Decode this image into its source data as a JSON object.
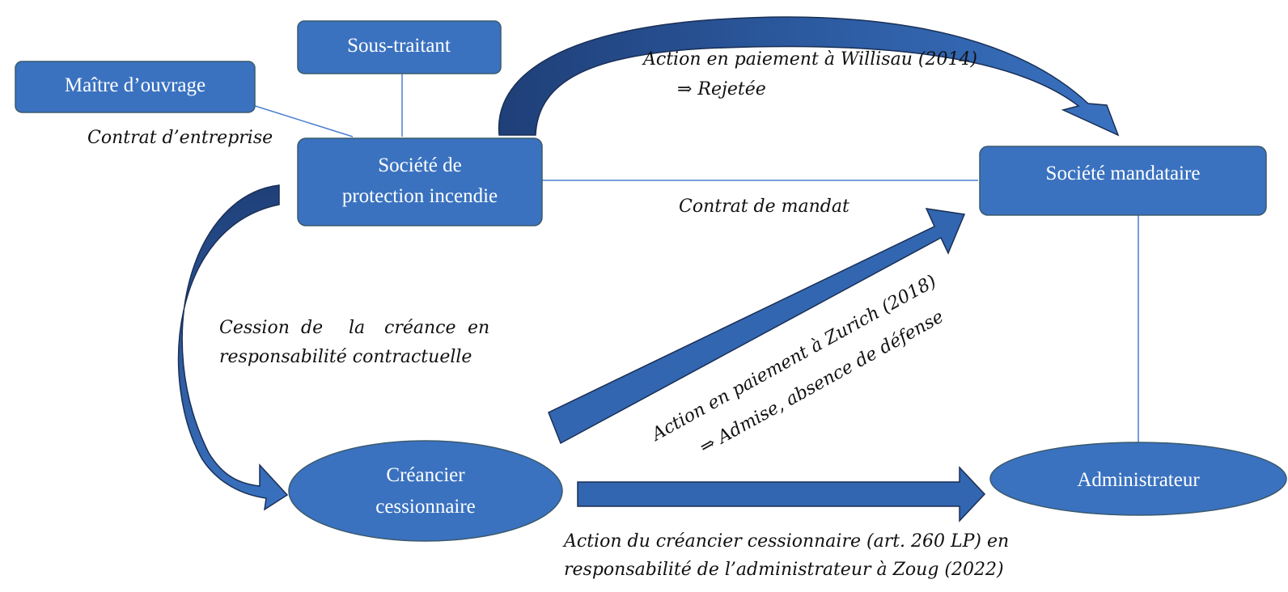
{
  "colors": {
    "box_fill": "#3a72c0",
    "box_border": "#3b5a6e",
    "arrow_fill": "#3266b0",
    "arrow_dark": "#1f3f78",
    "line": "#4a7fd0",
    "text": "#111111"
  },
  "nodes": {
    "maitre": "Maître d’ouvrage",
    "sous_traitant": "Sous-traitant",
    "societe_protection_1": "Société de",
    "societe_protection_2": "protection incendie",
    "societe_mandataire": "Société mandataire",
    "creancier_1": "Créancier",
    "creancier_2": "cessionnaire",
    "administrateur": "Administrateur"
  },
  "labels": {
    "contrat_entreprise": "Contrat d’entreprise",
    "contrat_mandat": "Contrat de mandat",
    "willisau_1": "Action en paiement à Willisau (2014)",
    "willisau_2": "⇒  Rejetée",
    "cession_1a": "Cession",
    "cession_1b": "de",
    "cession_1c": "la",
    "cession_1d": "créance",
    "cession_1e": "en",
    "cession_2": "responsabilité contractuelle",
    "zurich_1": "Action en paiement à Zurich (2018)",
    "zurich_2": "⇒  Admise, absence de défense",
    "zoug_1": "Action du créancier cessionnaire (art. 260 LP) en",
    "zoug_2": "responsabilité de l’administrateur à Zoug (2022)"
  }
}
